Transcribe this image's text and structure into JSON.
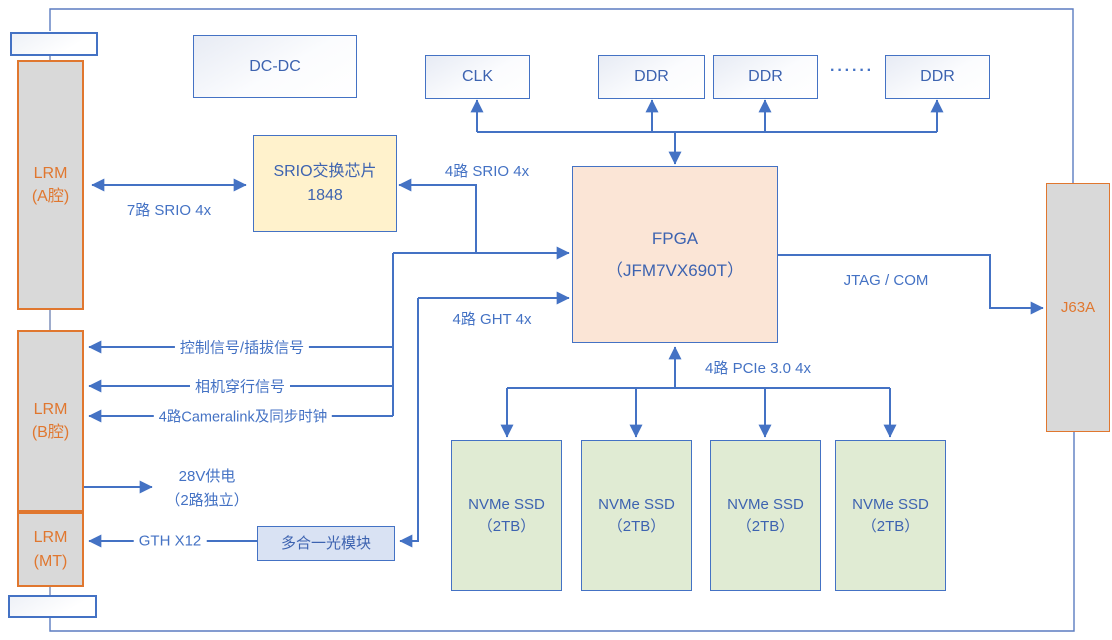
{
  "colors": {
    "accent": "#4472C4",
    "orange": "#E0772F",
    "gray_fill": "#D9D9D9",
    "yellow_fill": "#FFF2CC",
    "peach_fill": "#FBE5D6",
    "green_fill": "#E0EBD3",
    "lavender_fill": "#D9E2F3"
  },
  "blocks": {
    "dcdc": {
      "label": "DC-DC"
    },
    "clk": {
      "label": "CLK"
    },
    "ddr1": {
      "label": "DDR"
    },
    "ddr2": {
      "label": "DDR"
    },
    "ddr3": {
      "label": "DDR"
    },
    "ddr_ellipsis": "······",
    "srio_switch": {
      "line1": "SRIO交换芯片",
      "line2": "1848"
    },
    "fpga": {
      "line1": "FPGA",
      "line2": "（JFM7VX690T）"
    },
    "j63a": {
      "label": "J63A"
    },
    "lrm_a": {
      "line1": "LRM",
      "line2": "(A腔)"
    },
    "lrm_b": {
      "line1": "LRM",
      "line2": "(B腔)"
    },
    "lrm_mt": {
      "line1": "LRM",
      "line2": "(MT)"
    },
    "optical": {
      "label": "多合一光模块"
    },
    "nvme": [
      {
        "line1": "NVMe SSD",
        "line2": "（2TB）"
      },
      {
        "line1": "NVMe SSD",
        "line2": "（2TB）"
      },
      {
        "line1": "NVMe SSD",
        "line2": "（2TB）"
      },
      {
        "line1": "NVMe SSD",
        "line2": "（2TB）"
      }
    ]
  },
  "edge_labels": {
    "srio7": "7路 SRIO 4x",
    "srio4": "4路 SRIO 4x",
    "ght4": "4路 GHT 4x",
    "ctrl_signal": "控制信号/插拔信号",
    "camera_signal": "相机穿行信号",
    "cameralink": "4路Cameralink及同步时钟",
    "power_line1": "28V供电",
    "power_line2": "（2路独立）",
    "gth12": "GTH X12",
    "jtag_com": "JTAG / COM",
    "pcie": "4路 PCIe 3.0 4x"
  }
}
